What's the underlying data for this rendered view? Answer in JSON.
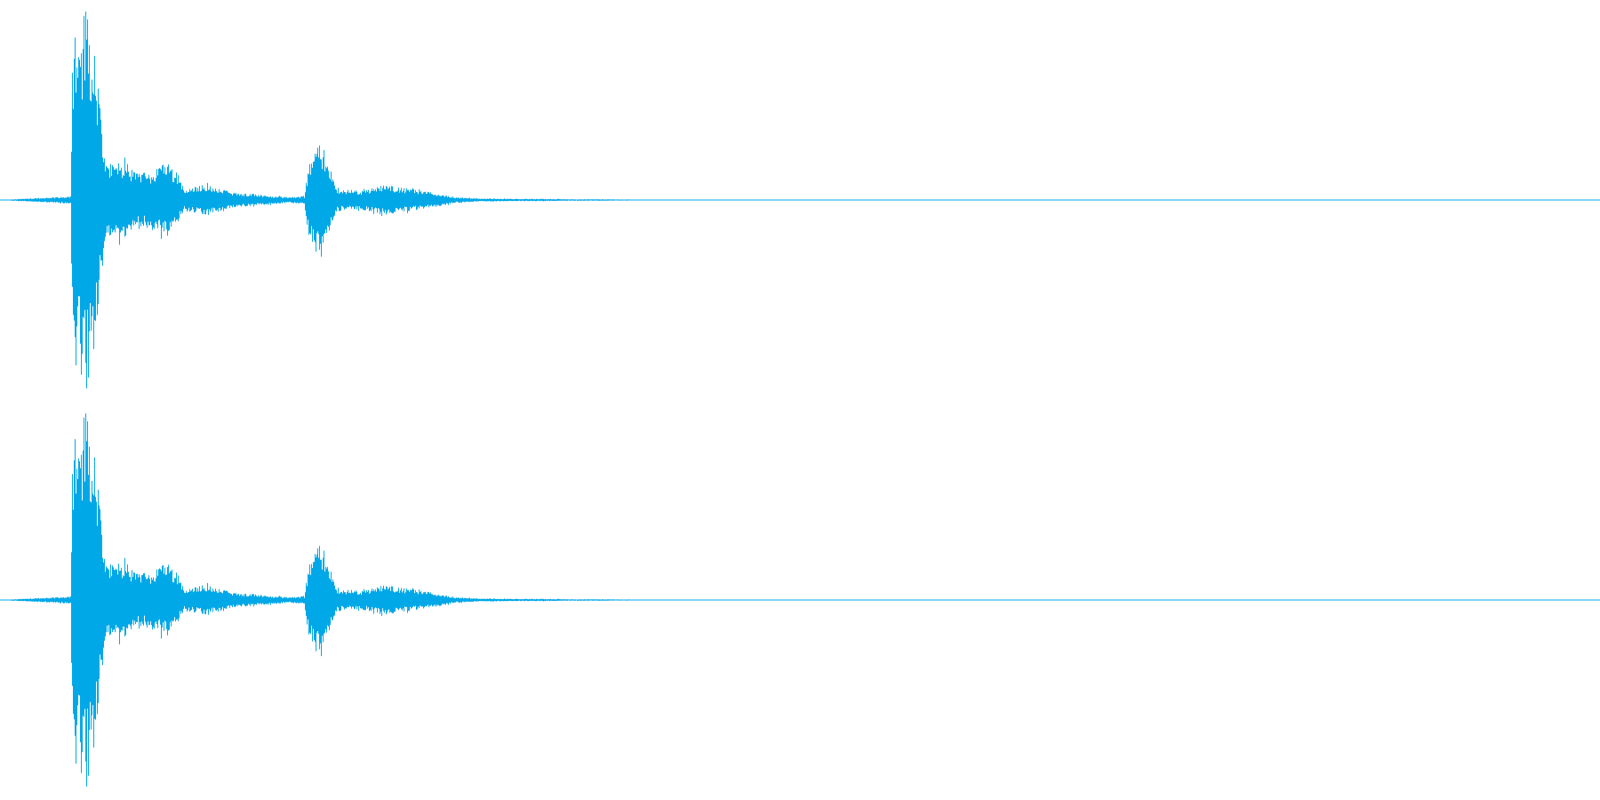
{
  "waveform": {
    "color": "#00a8e8",
    "background": "#ffffff",
    "channels": [
      {
        "label": ""
      },
      {
        "label": ""
      }
    ],
    "envelope_keyframes": [
      [
        0.0,
        0.0
      ],
      [
        0.044,
        0.02
      ],
      [
        0.045,
        0.75
      ],
      [
        0.05,
        0.95
      ],
      [
        0.053,
        1.0
      ],
      [
        0.058,
        0.92
      ],
      [
        0.062,
        0.55
      ],
      [
        0.066,
        0.18
      ],
      [
        0.075,
        0.22
      ],
      [
        0.085,
        0.14
      ],
      [
        0.095,
        0.16
      ],
      [
        0.105,
        0.2
      ],
      [
        0.115,
        0.06
      ],
      [
        0.13,
        0.08
      ],
      [
        0.145,
        0.04
      ],
      [
        0.16,
        0.03
      ],
      [
        0.18,
        0.015
      ],
      [
        0.19,
        0.02
      ],
      [
        0.193,
        0.22
      ],
      [
        0.2,
        0.32
      ],
      [
        0.205,
        0.2
      ],
      [
        0.21,
        0.06
      ],
      [
        0.225,
        0.05
      ],
      [
        0.24,
        0.08
      ],
      [
        0.255,
        0.06
      ],
      [
        0.27,
        0.04
      ],
      [
        0.285,
        0.015
      ],
      [
        0.3,
        0.008
      ],
      [
        0.32,
        0.006
      ],
      [
        0.34,
        0.006
      ],
      [
        0.36,
        0.004
      ],
      [
        0.38,
        0.004
      ],
      [
        0.4,
        0.002
      ],
      [
        0.42,
        0.0
      ],
      [
        1.0,
        0.0
      ]
    ]
  }
}
